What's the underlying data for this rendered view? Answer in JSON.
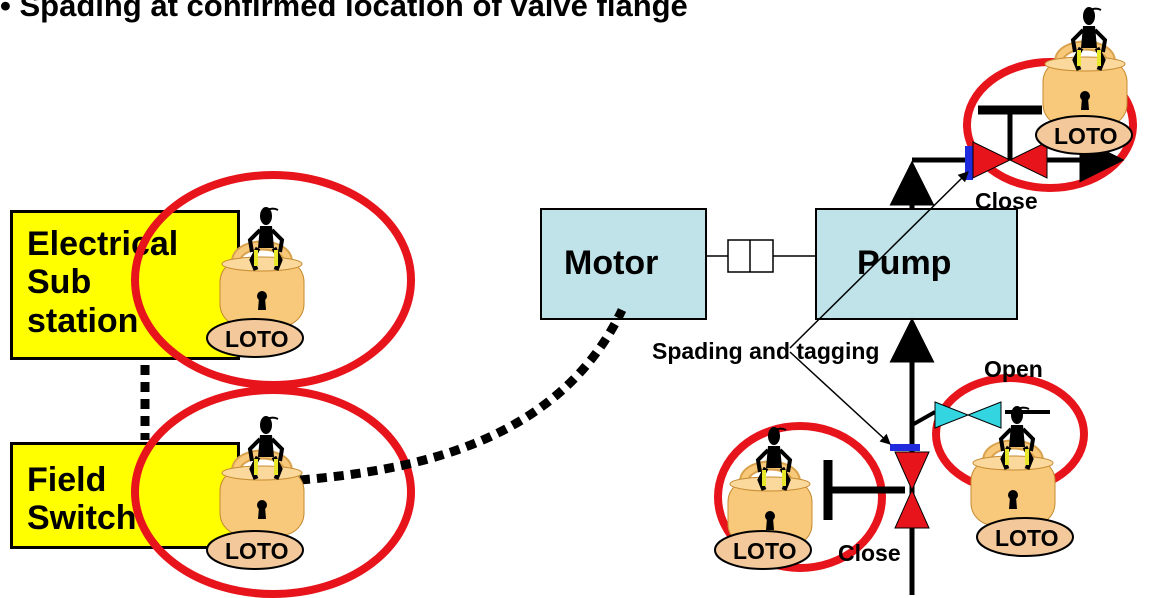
{
  "title": "Spading at confirmed location of valve flange",
  "boxes": {
    "substation": {
      "line1": "Electrical",
      "line2": "Sub",
      "line3": "station"
    },
    "field_switch": {
      "line1": "Field",
      "line2": "Switch"
    },
    "motor": "Motor",
    "pump": "Pump"
  },
  "loto_label": "LOTO",
  "annotations": {
    "spading": "Spading and tagging",
    "open": "Open",
    "close_top": "Close",
    "close_bottom": "Close"
  },
  "colors": {
    "yellow": "#ffff00",
    "equipment": "#bfe3e8",
    "red": "#e8141b",
    "lock": "#f8c97a",
    "loto_tag": "#f3c89b",
    "valve_open": "#33d6e0",
    "spade": "#1f2bdc"
  }
}
